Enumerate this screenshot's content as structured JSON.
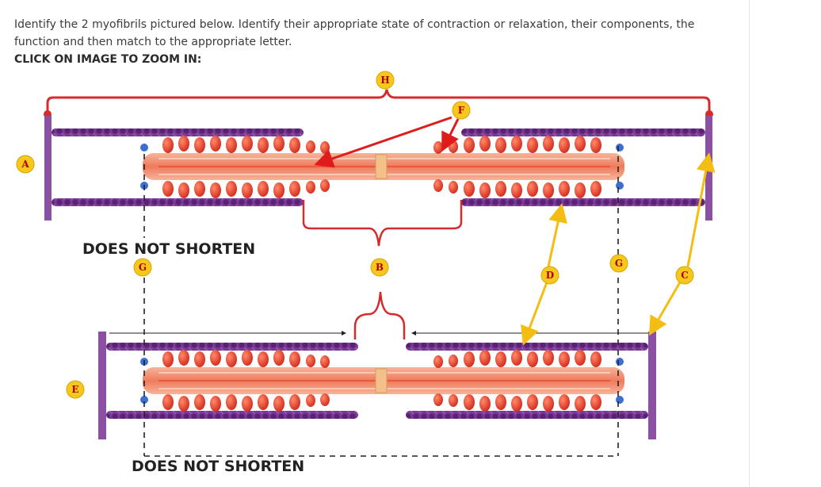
{
  "question": {
    "text": "Identify the 2 myofibrils pictured below. Identify their appropriate state of contraction or relaxation, their components, the function and then match to the appropriate letter.",
    "zoom_link": "CLICK ON IMAGE TO ZOOM IN:"
  },
  "diagram": {
    "captions": {
      "top": "DOES NOT SHORTEN",
      "bottom": "DOES NOT SHORTEN"
    },
    "labels": {
      "A": "A",
      "B": "B",
      "C": "C",
      "D": "D",
      "E": "E",
      "F": "F",
      "G_left": "G",
      "G_right": "G",
      "H": "H"
    },
    "colors": {
      "z_disc": "#8b4fa3",
      "thin_filament": "#6a2d82",
      "thick_filament": "#e8644a",
      "myosin_head": "#e33a2a",
      "bracket": "#d42c2c",
      "pointer_red": "#e01b1b",
      "pointer_yellow": "#f3bd12",
      "label_fill": "#f7c81c"
    }
  }
}
